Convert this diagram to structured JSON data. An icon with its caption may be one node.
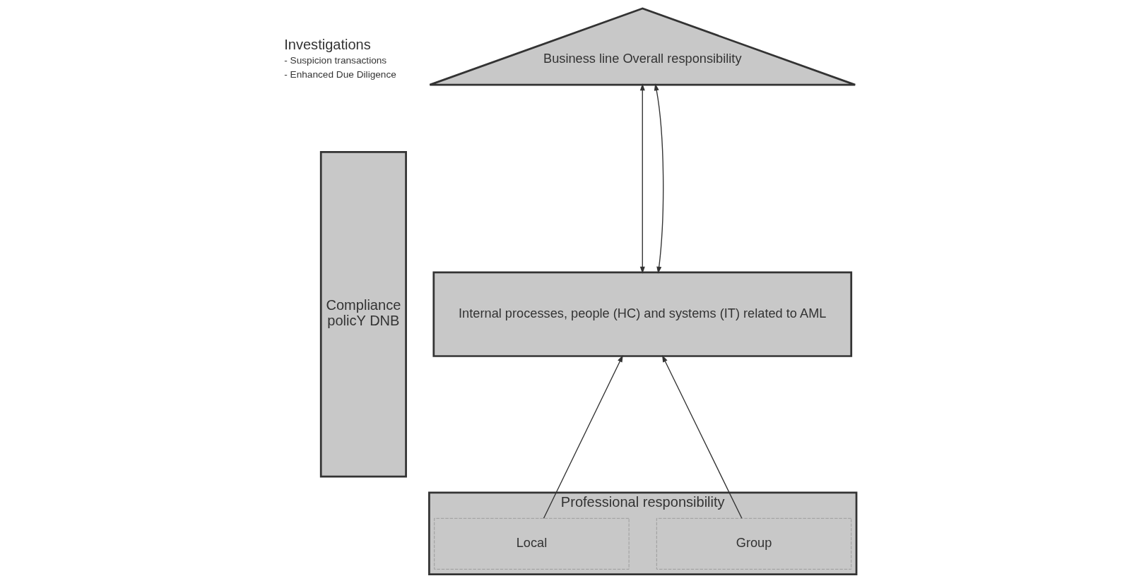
{
  "diagram": {
    "nodes": [
      {
        "text": [
          "Compliance",
          "policY DNB"
        ]
      },
      {
        "text": [
          "Business line Overall responsibility"
        ]
      },
      {
        "text": [
          "Internal processes, people (HC) and systems (IT) related to AML"
        ]
      },
      {
        "text": [
          "Professional responsibility"
        ]
      },
      {
        "text": [
          "Group"
        ],
        "in": 3
      },
      {
        "text": [
          "Local"
        ],
        "in": 3
      }
    ],
    "edges": [
      {
        "from": 1,
        "to": 2,
        "arrow": "both"
      },
      {
        "from": 1,
        "to": 2,
        "arrow": "both"
      },
      {
        "from": 4,
        "to": 2,
        "arrow": "to"
      },
      {
        "from": 5,
        "to": 2,
        "arrow": "to"
      }
    ],
    "labels": [
      "Investigations",
      "- Suspicion transactions",
      "- Enhanced Due Diligence"
    ]
  }
}
